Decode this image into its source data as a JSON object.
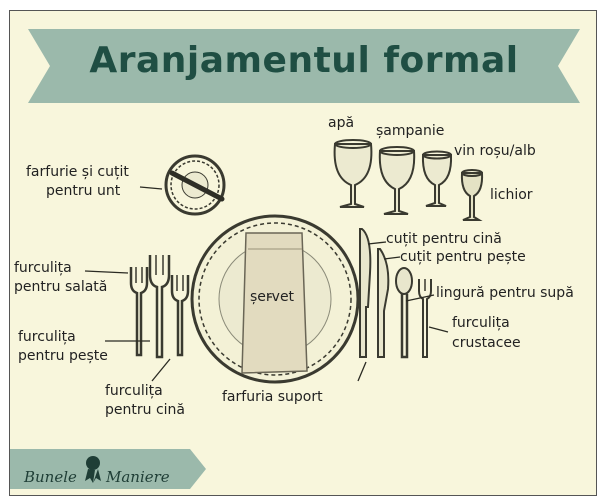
{
  "title": "Aranjamentul formal",
  "labels": {
    "butter": "farfurie și cuțit",
    "butter_2": "pentru unt",
    "water": "apă",
    "champagne": "șampanie",
    "wine": "vin roșu/alb",
    "liqueur": "lichior",
    "dinner_knife": "cuțit pentru cină",
    "fish_knife": "cuțit pentru pește",
    "soup_spoon": "lingură pentru supă",
    "oyster_fork": "furculița",
    "oyster_fork_2": "crustacee",
    "salad_fork": "furculița",
    "salad_fork_2": "pentru salată",
    "fish_fork": "furculița",
    "fish_fork_2": "pentru pește",
    "dinner_fork": "furculița",
    "dinner_fork_2": "pentru cină",
    "napkin": "șervet",
    "charger": "farfuria suport"
  },
  "brand": {
    "left": "Bunele",
    "right": "Maniere"
  },
  "colors": {
    "banner": "#9bb9ab",
    "title": "#1f4e43",
    "background": "#f8f6dc",
    "ink": "#3a3a30"
  }
}
